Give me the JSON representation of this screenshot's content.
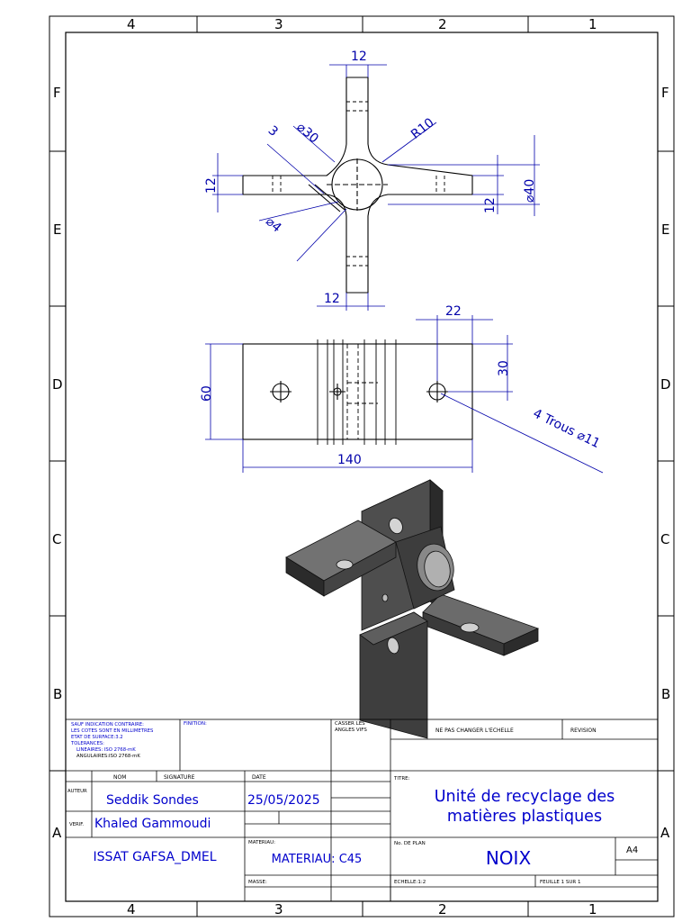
{
  "zones": {
    "columns": [
      "4",
      "3",
      "2",
      "1"
    ],
    "rows": [
      "F",
      "E",
      "D",
      "C",
      "B",
      "A"
    ]
  },
  "dimensions": {
    "top_arm_width": "12",
    "hub_diameter": "⌀30",
    "slot_3": "3",
    "fillet": "R10",
    "left_arm_height": "12",
    "outer_diameter": "⌀40",
    "right_arm_height": "12",
    "small_diameter": "⌀4",
    "bottom_arm_width": "12",
    "hole_offset_x": "22",
    "hole_offset_y": "30",
    "height": "60",
    "holes_note": "4 Trous ⌀11",
    "length": "140"
  },
  "title_block": {
    "general_note": [
      "SAUF INDICATION CONTRAIRE:",
      "LES COTES SONT EN MILLIMETRES",
      "ETAT DE SURFACE:3.2",
      "TOLERANCES:",
      "LINEAIRES: ISO 2768-mK",
      "ANGULAIRES:ISO 2768-mK"
    ],
    "finish_label": "FINITION:",
    "edges_label": [
      "CASSER LES",
      "ANGLES VIFS"
    ],
    "scale_note": "NE PAS CHANGER L'ECHELLE",
    "revision_label": "REVISION",
    "nom_label": "NOM",
    "signature_label": "SIGNATURE",
    "date_label": "DATE",
    "auteur_label": "AUTEUR",
    "auteur_name": "Seddik Sondes",
    "date_value": "25/05/2025",
    "verif_label": "VERIF.",
    "verif_name": "Khaled Gammoudi",
    "titre_label": "TITRE:",
    "titre_line1": "Unité de recyclage des",
    "titre_line2": "matières plastiques",
    "school": "ISSAT GAFSA_DMEL",
    "materiau_label": "MATERIAU:",
    "materiau_value": "MATERIAU: C45",
    "plan_label": "No. DE PLAN",
    "plan_value": "NOIX",
    "format": "A4",
    "masse_label": "MASSE:",
    "echelle": "ECHELLE:1:2",
    "feuille": "FEUILLE 1 SUR 1"
  },
  "colors": {
    "dimension": "#0000aa",
    "title_text": "#0000cc",
    "part_dark": "#2a2a2a",
    "part_mid": "#5a5a5a"
  }
}
